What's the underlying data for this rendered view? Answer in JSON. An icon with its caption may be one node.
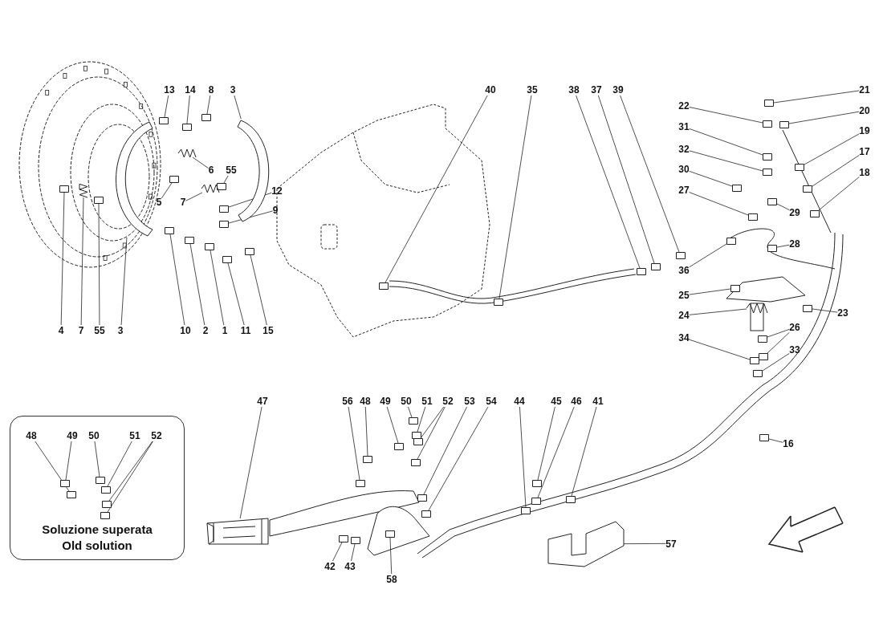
{
  "diagram": {
    "nodes": [
      {
        "text": [
          "13"
        ]
      },
      {
        "text": [
          "14"
        ]
      },
      {
        "text": [
          "8"
        ]
      },
      {
        "text": [
          "3"
        ]
      },
      {
        "text": [
          "6"
        ]
      },
      {
        "text": [
          "55"
        ]
      },
      {
        "text": [
          "5"
        ]
      },
      {
        "text": [
          "7"
        ]
      },
      {
        "text": [
          "12"
        ]
      },
      {
        "text": [
          "9"
        ]
      },
      {
        "text": [
          "4"
        ]
      },
      {
        "text": [
          "7"
        ]
      },
      {
        "text": [
          "55"
        ]
      },
      {
        "text": [
          "3"
        ]
      },
      {
        "text": [
          "10"
        ]
      },
      {
        "text": [
          "2"
        ]
      },
      {
        "text": [
          "1"
        ]
      },
      {
        "text": [
          "11"
        ]
      },
      {
        "text": [
          "15"
        ]
      },
      {
        "text": [
          "40"
        ]
      },
      {
        "text": [
          "35"
        ]
      },
      {
        "text": [
          "38"
        ]
      },
      {
        "text": [
          "37"
        ]
      },
      {
        "text": [
          "39"
        ]
      },
      {
        "text": [
          "21"
        ]
      },
      {
        "text": [
          "22"
        ]
      },
      {
        "text": [
          "20"
        ]
      },
      {
        "text": [
          "31"
        ]
      },
      {
        "text": [
          "19"
        ]
      },
      {
        "text": [
          "32"
        ]
      },
      {
        "text": [
          "17"
        ]
      },
      {
        "text": [
          "30"
        ]
      },
      {
        "text": [
          "18"
        ]
      },
      {
        "text": [
          "27"
        ]
      },
      {
        "text": [
          "29"
        ]
      },
      {
        "text": [
          "28"
        ]
      },
      {
        "text": [
          "36"
        ]
      },
      {
        "text": [
          "25"
        ]
      },
      {
        "text": [
          "23"
        ]
      },
      {
        "text": [
          "24"
        ]
      },
      {
        "text": [
          "26"
        ]
      },
      {
        "text": [
          "34"
        ]
      },
      {
        "text": [
          "33"
        ]
      },
      {
        "text": [
          "16"
        ]
      },
      {
        "text": [
          "Soluzione superata",
          "Old solution"
        ]
      },
      {
        "text": [
          "48"
        ],
        "in": 44
      },
      {
        "text": [
          "49"
        ],
        "in": 44
      },
      {
        "text": [
          "50"
        ],
        "in": 44
      },
      {
        "text": [
          "51"
        ],
        "in": 44
      },
      {
        "text": [
          "52"
        ],
        "in": 44
      },
      {
        "text": [
          "47"
        ]
      },
      {
        "text": [
          "56"
        ]
      },
      {
        "text": [
          "48"
        ]
      },
      {
        "text": [
          "49"
        ]
      },
      {
        "text": [
          "50"
        ]
      },
      {
        "text": [
          "51"
        ]
      },
      {
        "text": [
          "52"
        ]
      },
      {
        "text": [
          "53"
        ]
      },
      {
        "text": [
          "54"
        ]
      },
      {
        "text": [
          "44"
        ]
      },
      {
        "text": [
          "45"
        ]
      },
      {
        "text": [
          "46"
        ]
      },
      {
        "text": [
          "41"
        ]
      },
      {
        "text": [
          "57"
        ]
      },
      {
        "text": [
          "42"
        ]
      },
      {
        "text": [
          "43"
        ]
      },
      {
        "text": [
          "58"
        ]
      },
      {
        "text": [],
        "shape": "box"
      },
      {
        "text": [],
        "shape": "box"
      },
      {
        "text": [],
        "shape": "box"
      },
      {
        "text": [],
        "shape": "picture"
      },
      {
        "text": [],
        "shape": "picture"
      },
      {
        "text": [],
        "shape": "box"
      },
      {
        "text": [],
        "shape": "box"
      },
      {
        "text": [],
        "shape": "picture"
      },
      {
        "text": [],
        "shape": "box"
      },
      {
        "text": [],
        "shape": "box"
      },
      {
        "text": [],
        "shape": "box"
      },
      {
        "text": [],
        "shape": "picture"
      },
      {
        "text": [],
        "shape": "box"
      },
      {
        "text": [],
        "shape": "picture"
      },
      {
        "text": [],
        "shape": "box"
      },
      {
        "text": [],
        "shape": "box"
      },
      {
        "text": [],
        "shape": "box"
      },
      {
        "text": [],
        "shape": "box"
      },
      {
        "text": [],
        "shape": "box"
      },
      {
        "text": [],
        "shape": "box"
      },
      {
        "text": [],
        "shape": "box"
      },
      {
        "text": [],
        "shape": "box"
      },
      {
        "text": [],
        "shape": "box"
      },
      {
        "text": [],
        "shape": "box"
      },
      {
        "text": [],
        "shape": "box"
      },
      {
        "text": [],
        "shape": "box"
      },
      {
        "text": [],
        "shape": "box"
      },
      {
        "text": [],
        "shape": "box"
      },
      {
        "text": [],
        "shape": "box"
      },
      {
        "text": [],
        "shape": "box"
      },
      {
        "text": [],
        "shape": "box"
      },
      {
        "text": [],
        "shape": "box"
      },
      {
        "text": [],
        "shape": "box"
      },
      {
        "text": [],
        "shape": "box"
      },
      {
        "text": [],
        "shape": "box"
      },
      {
        "text": [],
        "shape": "box"
      },
      {
        "text": [],
        "shape": "box"
      },
      {
        "text": [],
        "shape": "box"
      },
      {
        "text": [],
        "shape": "box"
      },
      {
        "text": [],
        "shape": "picture"
      },
      {
        "text": [],
        "shape": "box"
      },
      {
        "text": [],
        "shape": "box"
      },
      {
        "text": [],
        "shape": "box"
      },
      {
        "text": [],
        "shape": "box"
      },
      {
        "text": [],
        "shape": "box"
      },
      {
        "text": [],
        "shape": "box",
        "in": 44
      },
      {
        "text": [],
        "shape": "box",
        "in": 44
      },
      {
        "text": [],
        "shape": "box",
        "in": 44
      },
      {
        "text": [],
        "shape": "box",
        "in": 44
      },
      {
        "text": [],
        "shape": "box",
        "in": 44
      },
      {
        "text": [],
        "shape": "box",
        "in": 44
      },
      {
        "text": [],
        "shape": "picture"
      },
      {
        "text": [],
        "shape": "box"
      },
      {
        "text": [],
        "shape": "box"
      },
      {
        "text": [],
        "shape": "box"
      },
      {
        "text": [],
        "shape": "box"
      },
      {
        "text": [],
        "shape": "box"
      },
      {
        "text": [],
        "shape": "box"
      },
      {
        "text": [],
        "shape": "box"
      },
      {
        "text": [],
        "shape": "box"
      },
      {
        "text": [],
        "shape": "box"
      },
      {
        "text": [],
        "shape": "box"
      },
      {
        "text": [],
        "shape": "box"
      },
      {
        "text": [],
        "shape": "box"
      },
      {
        "text": [],
        "shape": "box"
      },
      {
        "text": [],
        "shape": "picture"
      },
      {
        "text": [],
        "shape": "box"
      },
      {
        "text": [],
        "shape": "box"
      },
      {
        "text": [],
        "shape": "box"
      }
    ],
    "edges": [
      {
        "from": 0,
        "to": 67,
        "arrow": "none"
      },
      {
        "from": 1,
        "to": 68,
        "arrow": "none"
      },
      {
        "from": 2,
        "to": 69,
        "arrow": "none"
      },
      {
        "from": 3,
        "to": 70,
        "arrow": "none"
      },
      {
        "from": 4,
        "to": 71,
        "arrow": "none"
      },
      {
        "from": 5,
        "to": 72,
        "arrow": "none"
      },
      {
        "from": 6,
        "to": 73,
        "arrow": "none"
      },
      {
        "from": 7,
        "to": 74,
        "arrow": "none"
      },
      {
        "from": 8,
        "to": 75,
        "arrow": "none"
      },
      {
        "from": 9,
        "to": 76,
        "arrow": "none"
      },
      {
        "from": 10,
        "to": 77,
        "arrow": "none"
      },
      {
        "from": 11,
        "to": 78,
        "arrow": "none"
      },
      {
        "from": 12,
        "to": 79,
        "arrow": "none"
      },
      {
        "from": 13,
        "to": 80,
        "arrow": "none"
      },
      {
        "from": 14,
        "to": 81,
        "arrow": "none"
      },
      {
        "from": 15,
        "to": 82,
        "arrow": "none"
      },
      {
        "from": 16,
        "to": 83,
        "arrow": "none"
      },
      {
        "from": 17,
        "to": 84,
        "arrow": "none"
      },
      {
        "from": 18,
        "to": 85,
        "arrow": "none"
      },
      {
        "from": 19,
        "to": 86,
        "arrow": "none"
      },
      {
        "from": 20,
        "to": 87,
        "arrow": "none"
      },
      {
        "from": 21,
        "to": 88,
        "arrow": "none"
      },
      {
        "from": 22,
        "to": 89,
        "arrow": "none"
      },
      {
        "from": 23,
        "to": 90,
        "arrow": "none"
      },
      {
        "from": 24,
        "to": 91,
        "arrow": "none"
      },
      {
        "from": 25,
        "to": 92,
        "arrow": "none"
      },
      {
        "from": 26,
        "to": 93,
        "arrow": "none"
      },
      {
        "from": 27,
        "to": 94,
        "arrow": "none"
      },
      {
        "from": 28,
        "to": 95,
        "arrow": "none"
      },
      {
        "from": 29,
        "to": 96,
        "arrow": "none"
      },
      {
        "from": 30,
        "to": 97,
        "arrow": "none"
      },
      {
        "from": 31,
        "to": 98,
        "arrow": "none"
      },
      {
        "from": 32,
        "to": 99,
        "arrow": "none"
      },
      {
        "from": 33,
        "to": 100,
        "arrow": "none"
      },
      {
        "from": 34,
        "to": 101,
        "arrow": "none"
      },
      {
        "from": 35,
        "to": 102,
        "arrow": "none"
      },
      {
        "from": 36,
        "to": 103,
        "arrow": "none"
      },
      {
        "from": 37,
        "to": 104,
        "arrow": "none"
      },
      {
        "from": 38,
        "to": 105,
        "arrow": "none"
      },
      {
        "from": 39,
        "to": 106,
        "arrow": "none"
      },
      {
        "from": 40,
        "to": 107,
        "arrow": "none"
      },
      {
        "from": 40,
        "to": 108,
        "arrow": "none"
      },
      {
        "from": 41,
        "to": 109,
        "arrow": "none"
      },
      {
        "from": 42,
        "to": 110,
        "arrow": "none"
      },
      {
        "from": 43,
        "to": 111,
        "arrow": "none"
      },
      {
        "from": 45,
        "to": 112,
        "arrow": "none"
      },
      {
        "from": 46,
        "to": 113,
        "arrow": "none"
      },
      {
        "from": 47,
        "to": 114,
        "arrow": "none"
      },
      {
        "from": 48,
        "to": 115,
        "arrow": "none"
      },
      {
        "from": 49,
        "to": 116,
        "arrow": "none"
      },
      {
        "from": 49,
        "to": 117,
        "arrow": "none"
      },
      {
        "from": 50,
        "to": 118,
        "arrow": "none"
      },
      {
        "from": 51,
        "to": 119,
        "arrow": "none"
      },
      {
        "from": 52,
        "to": 120,
        "arrow": "none"
      },
      {
        "from": 53,
        "to": 121,
        "arrow": "none"
      },
      {
        "from": 54,
        "to": 122,
        "arrow": "none"
      },
      {
        "from": 55,
        "to": 123,
        "arrow": "none"
      },
      {
        "from": 56,
        "to": 124,
        "arrow": "none"
      },
      {
        "from": 56,
        "to": 125,
        "arrow": "none"
      },
      {
        "from": 57,
        "to": 126,
        "arrow": "none"
      },
      {
        "from": 58,
        "to": 127,
        "arrow": "none"
      },
      {
        "from": 59,
        "to": 128,
        "arrow": "none"
      },
      {
        "from": 60,
        "to": 129,
        "arrow": "none"
      },
      {
        "from": 61,
        "to": 130,
        "arrow": "none"
      },
      {
        "from": 62,
        "to": 131,
        "arrow": "none"
      },
      {
        "from": 63,
        "to": 132,
        "arrow": "none"
      },
      {
        "from": 64,
        "to": 133,
        "arrow": "none"
      },
      {
        "from": 65,
        "to": 134,
        "arrow": "none"
      },
      {
        "from": 66,
        "to": 135,
        "arrow": "none"
      }
    ]
  }
}
